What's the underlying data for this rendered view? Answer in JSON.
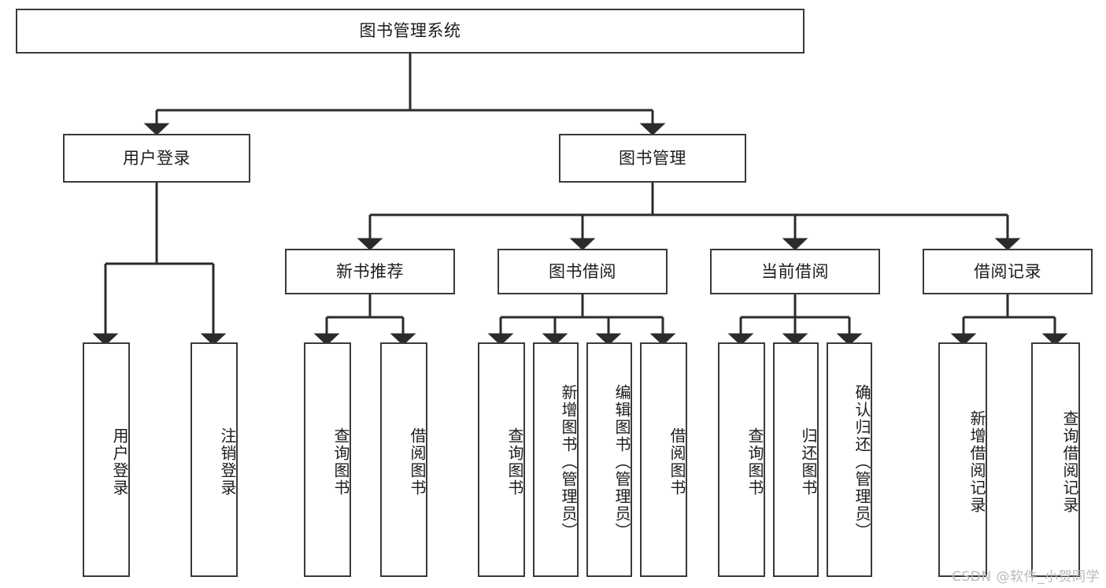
{
  "diagram": {
    "title": "图书管理系统",
    "type": "hierarchy-tree",
    "watermark": "CSDN @软件_小贺同学",
    "colors": {
      "box_border": "#3a3a3a",
      "box_fill": "#ffffff",
      "connector": "#2b2b2b",
      "text": "#1c1c1c",
      "watermark": "#b9b9b9"
    },
    "levels": {
      "level1": [
        {
          "id": "root",
          "label": "图书管理系统",
          "orientation": "horizontal"
        }
      ],
      "level2": [
        {
          "id": "user-login",
          "label": "用户登录",
          "orientation": "horizontal"
        },
        {
          "id": "book-manage",
          "label": "图书管理",
          "orientation": "horizontal"
        }
      ],
      "level3": [
        {
          "id": "new-book-recommend",
          "label": "新书推荐",
          "orientation": "horizontal"
        },
        {
          "id": "book-borrow",
          "label": "图书借阅",
          "orientation": "horizontal"
        },
        {
          "id": "current-borrow",
          "label": "当前借阅",
          "orientation": "horizontal"
        },
        {
          "id": "borrow-record",
          "label": "借阅记录",
          "orientation": "horizontal"
        }
      ],
      "level4": [
        {
          "id": "leaf-user-login",
          "label": "用户登录",
          "orientation": "vertical",
          "parent": "user-login"
        },
        {
          "id": "leaf-logout-login",
          "label": "注销登录",
          "orientation": "vertical",
          "parent": "user-login"
        },
        {
          "id": "leaf-query-book-1",
          "label": "查询图书",
          "orientation": "vertical",
          "parent": "new-book-recommend"
        },
        {
          "id": "leaf-borrow-book-1",
          "label": "借阅图书",
          "orientation": "vertical",
          "parent": "new-book-recommend"
        },
        {
          "id": "leaf-query-book-2",
          "label": "查询图书",
          "orientation": "vertical",
          "parent": "book-borrow"
        },
        {
          "id": "leaf-add-book",
          "label": "新增图书（管理员）",
          "orientation": "vertical",
          "parent": "book-borrow"
        },
        {
          "id": "leaf-edit-book",
          "label": "编辑图书（管理员）",
          "orientation": "vertical",
          "parent": "book-borrow"
        },
        {
          "id": "leaf-borrow-book-2",
          "label": "借阅图书",
          "orientation": "vertical",
          "parent": "book-borrow"
        },
        {
          "id": "leaf-query-book-3",
          "label": "查询图书",
          "orientation": "vertical",
          "parent": "current-borrow"
        },
        {
          "id": "leaf-return-book",
          "label": "归还图书",
          "orientation": "vertical",
          "parent": "current-borrow"
        },
        {
          "id": "leaf-confirm-return",
          "label": "确认归还（管理员）",
          "orientation": "vertical",
          "parent": "current-borrow"
        },
        {
          "id": "leaf-add-record",
          "label": "新增借阅记录",
          "orientation": "vertical",
          "parent": "borrow-record"
        },
        {
          "id": "leaf-query-record",
          "label": "查询借阅记录",
          "orientation": "vertical",
          "parent": "borrow-record"
        }
      ]
    }
  }
}
